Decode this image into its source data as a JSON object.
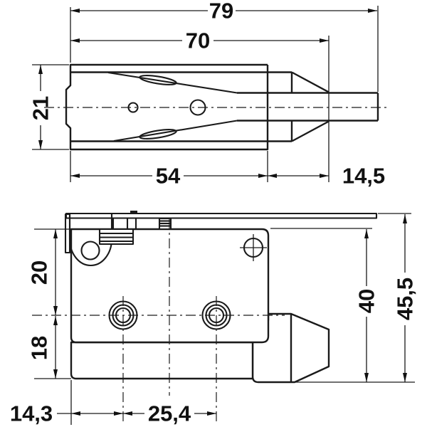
{
  "page": {
    "background": "#ffffff",
    "line_color": "#1a1a1a"
  },
  "top_view": {
    "dim_total_length": "79",
    "dim_length_to_tip_face": "70",
    "dim_height": "21",
    "dim_body_length": "54",
    "dim_bushing_length": "14,5"
  },
  "bottom_view": {
    "dim_top_to_hole_center": "20",
    "dim_hole_center_to_bottom": "18",
    "dim_body_height": "40",
    "dim_total_height": "45,5",
    "dim_edge_to_first_hole": "14,3",
    "dim_hole_spacing": "25,4"
  }
}
